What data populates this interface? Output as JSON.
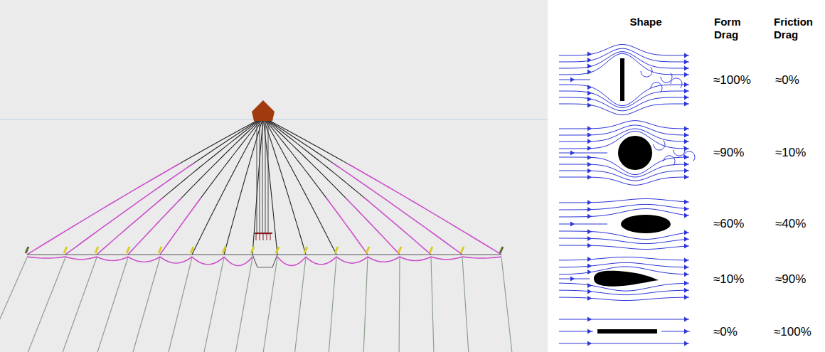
{
  "diagram": {
    "labels": [
      "Shape",
      "Form Drag",
      "Friction Drag",
      "≈100%",
      "≈0%",
      "≈90%",
      "≈10%",
      "≈60%",
      "≈40%",
      "≈10%",
      "≈90%",
      "≈0%",
      "≈100%"
    ]
  }
}
